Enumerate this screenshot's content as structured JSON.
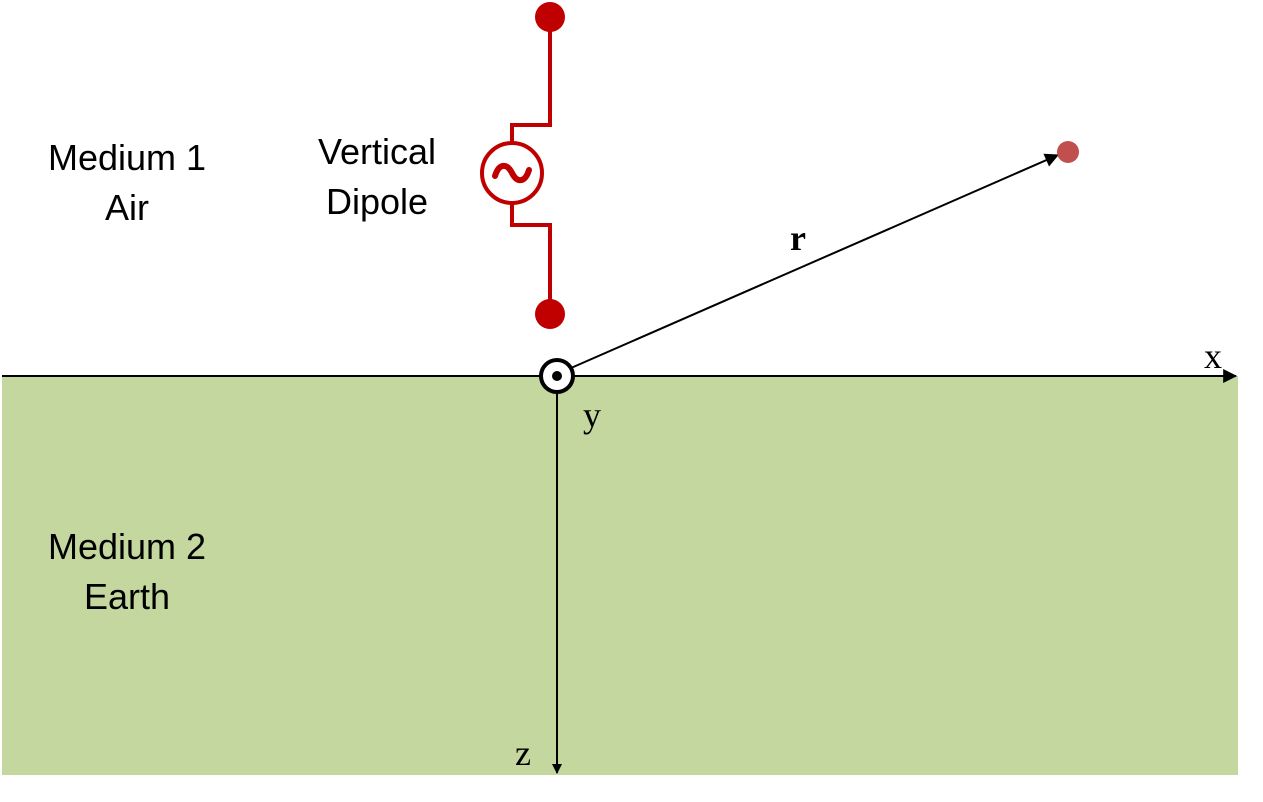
{
  "colors": {
    "earth_fill": "#c4d79f",
    "dipole": "#c00000",
    "observation_point": "#c0504d",
    "lines": "#000000"
  },
  "labels": {
    "medium1_line1": "Medium 1",
    "medium1_line2": "Air",
    "medium2_line1": "Medium 2",
    "medium2_line2": "Earth",
    "dipole_line1": "Vertical",
    "dipole_line2": "Dipole",
    "source_symbol": "~",
    "vector_r": "r",
    "axis_x": "x",
    "axis_y": "y",
    "axis_z": "z"
  },
  "icons": {
    "source": "ac-source-icon",
    "y_axis_out_of_page": "dot-in-circle-icon"
  }
}
